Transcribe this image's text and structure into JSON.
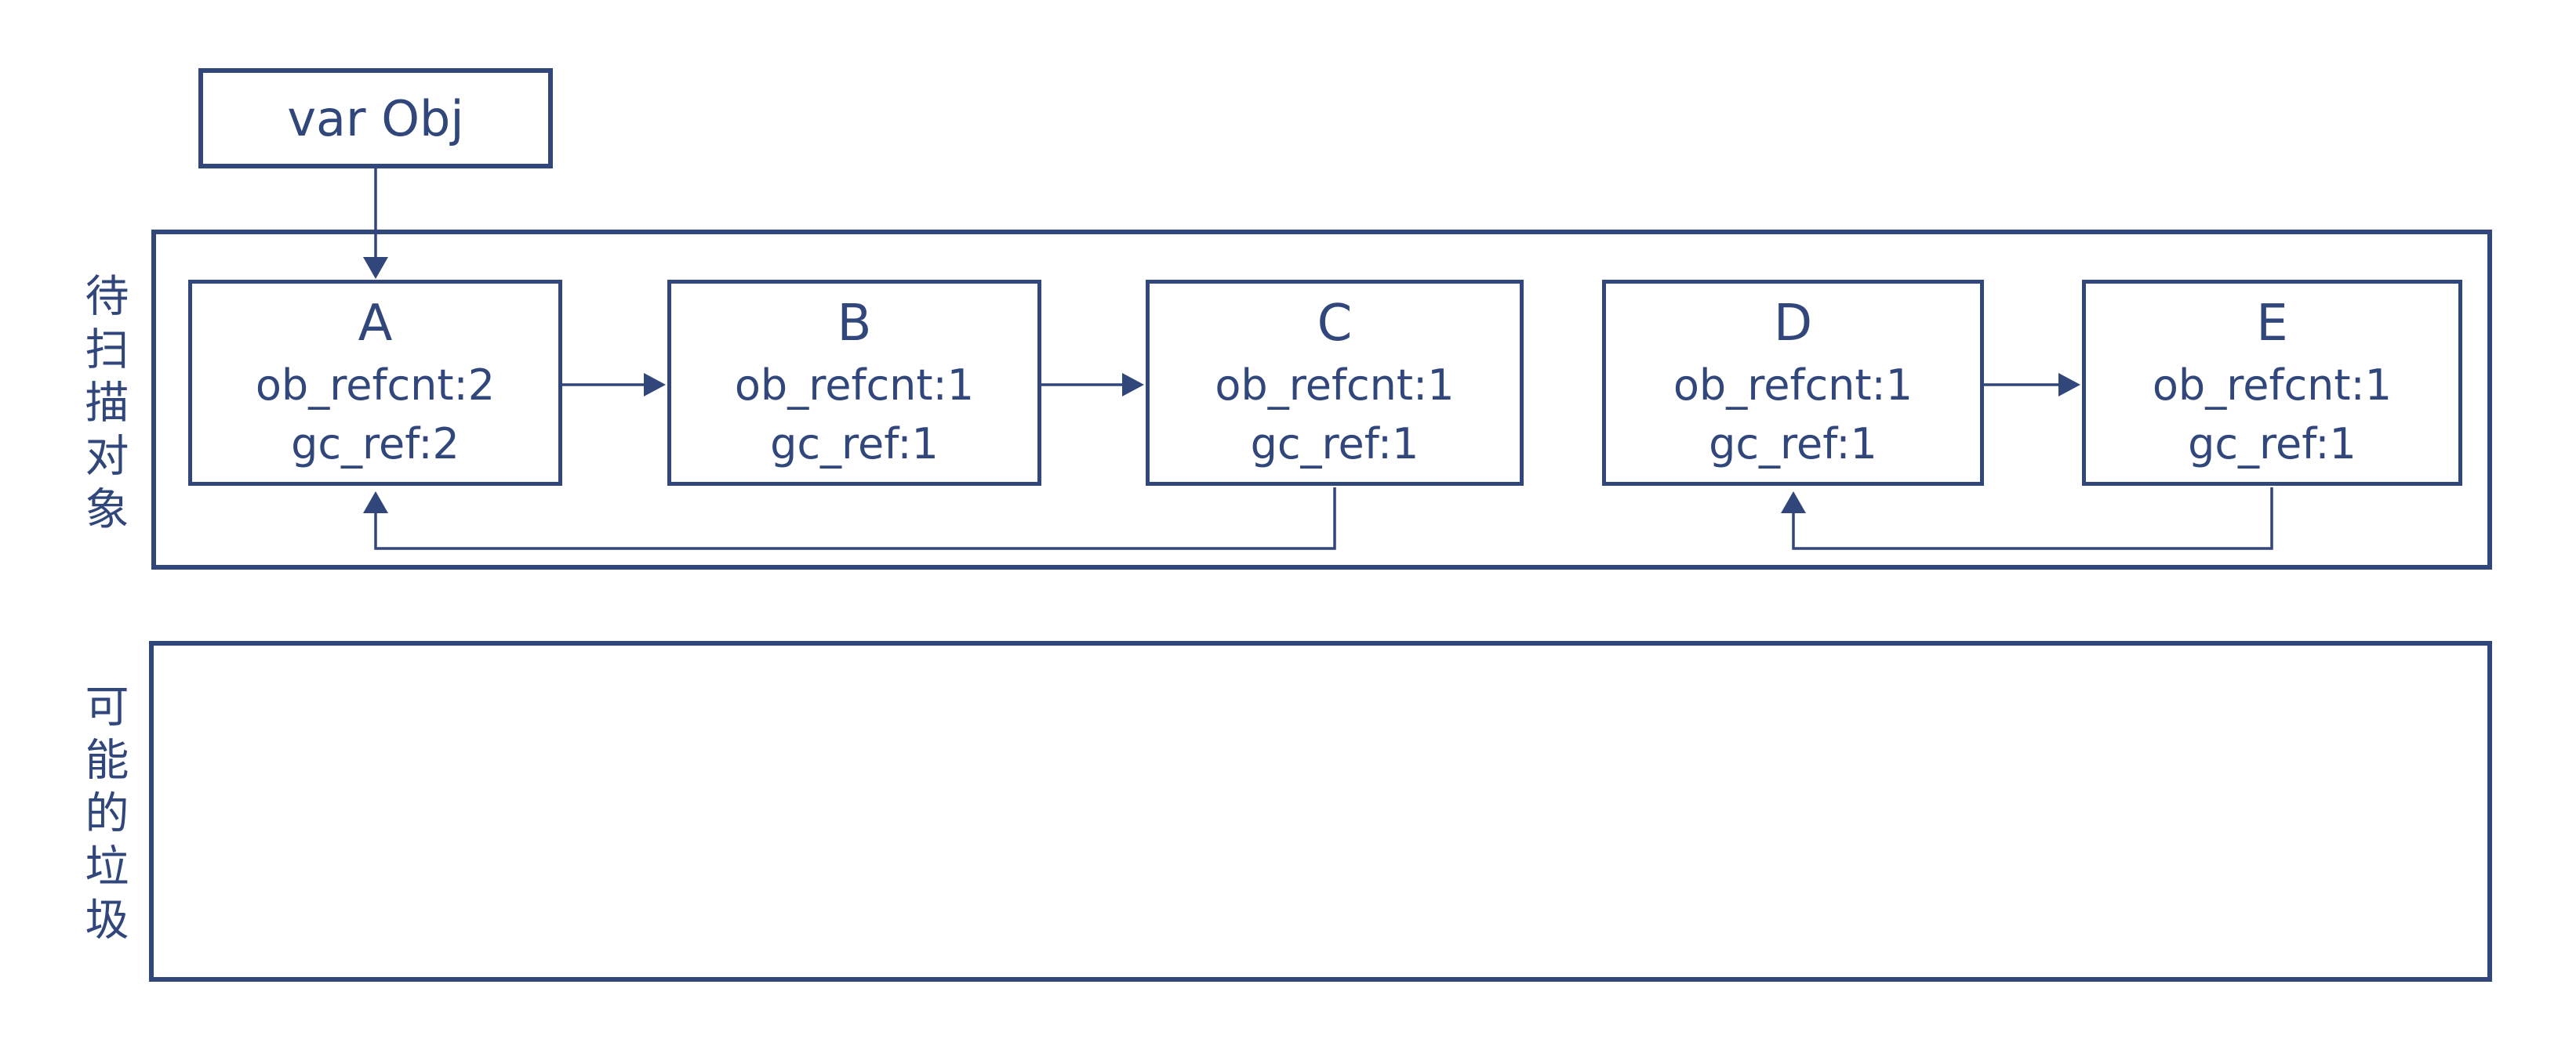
{
  "diagram": {
    "var_obj": {
      "label": "var Obj"
    },
    "regions": {
      "scan": {
        "label": "待扫描对象"
      },
      "garbage": {
        "label": "可能的垃圾"
      }
    },
    "nodes": [
      {
        "title": "A",
        "line1": "ob_refcnt:2",
        "line2": "gc_ref:2"
      },
      {
        "title": "B",
        "line1": "ob_refcnt:1",
        "line2": "gc_ref:1"
      },
      {
        "title": "C",
        "line1": "ob_refcnt:1",
        "line2": "gc_ref:1"
      },
      {
        "title": "D",
        "line1": "ob_refcnt:1",
        "line2": "gc_ref:1"
      },
      {
        "title": "E",
        "line1": "ob_refcnt:1",
        "line2": "gc_ref:1"
      }
    ],
    "colors": {
      "accent": "#31477B",
      "background": "#ffffff"
    }
  }
}
